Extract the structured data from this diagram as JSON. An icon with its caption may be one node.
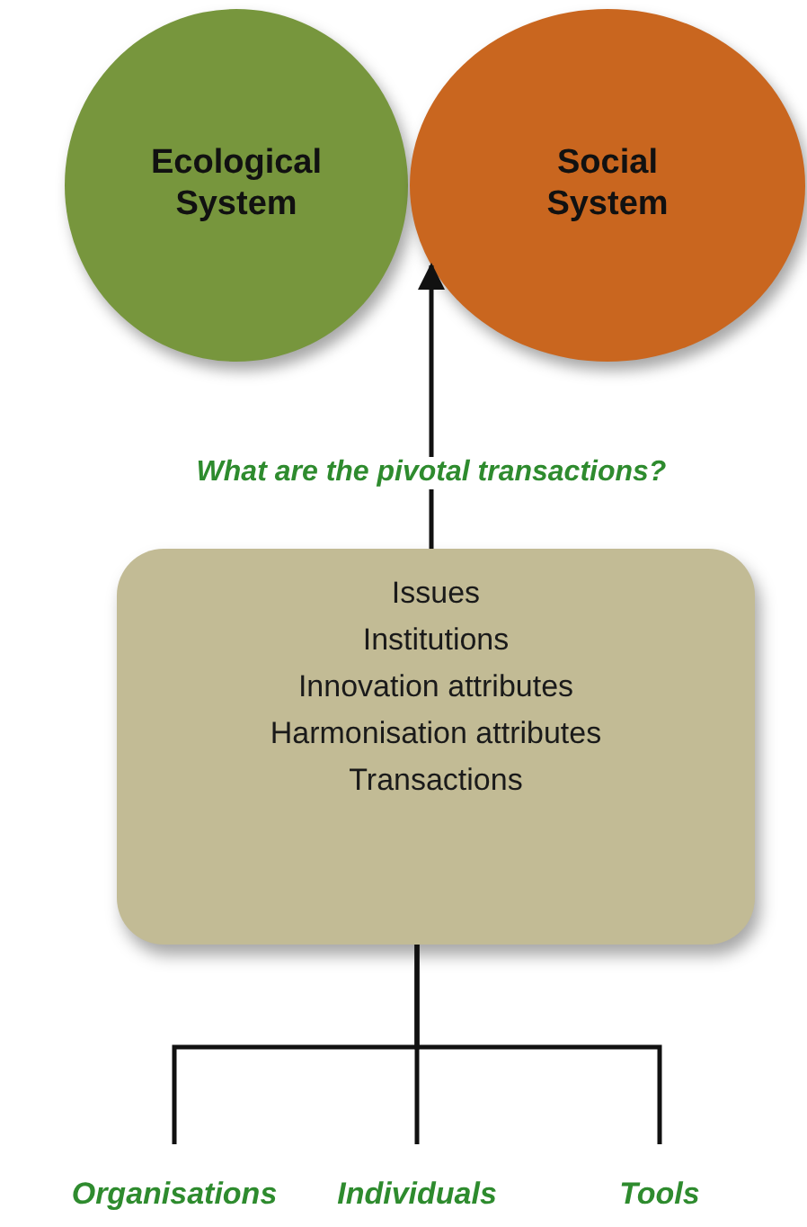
{
  "diagram": {
    "nodes": [
      {
        "text": [
          "Ecological System"
        ]
      },
      {
        "text": [
          "Social System"
        ]
      },
      {
        "text": [
          "Issues",
          "Institutions",
          "Innovation attributes",
          "Harmonisation attributes",
          "Transactions"
        ]
      },
      {
        "text": [
          "Organisations"
        ]
      },
      {
        "text": [
          "Individuals"
        ]
      },
      {
        "text": [
          "Tools"
        ]
      }
    ],
    "edges": [
      {
        "from": 2,
        "to": 1,
        "arrow": "to",
        "label": "What are the pivotal transactions?"
      },
      {
        "from": 2,
        "to": 3,
        "arrow": "none"
      },
      {
        "from": 2,
        "to": 4,
        "arrow": "none"
      },
      {
        "from": 2,
        "to": 5,
        "arrow": "none"
      }
    ]
  }
}
